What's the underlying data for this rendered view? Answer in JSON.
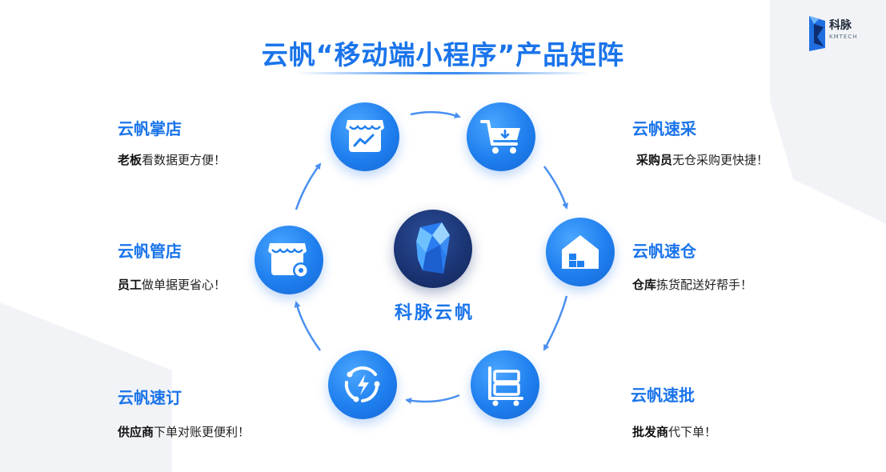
{
  "title": "云帆“移动端小程序”产品矩阵",
  "logo": {
    "name": "科脉",
    "sub": "KMTECH"
  },
  "center": {
    "label": "科脉云帆"
  },
  "nodes": [
    {
      "id": "zhangdian",
      "title": "云帆掌店",
      "desc_bold": "老板",
      "desc_rest": "看数据更方便！"
    },
    {
      "id": "sucai",
      "title": "云帆速采",
      "desc_bold": "采购员",
      "desc_rest": "无仓采购更快捷！"
    },
    {
      "id": "sucang",
      "title": "云帆速仓",
      "desc_bold": "仓库",
      "desc_rest": "拣货配送好帮手！"
    },
    {
      "id": "supi",
      "title": "云帆速批",
      "desc_bold": "批发商",
      "desc_rest": "代下单！"
    },
    {
      "id": "suding",
      "title": "云帆速订",
      "desc_bold": "供应商",
      "desc_rest": "下单对账更便利！"
    },
    {
      "id": "guandian",
      "title": "云帆管店",
      "desc_bold": "员工",
      "desc_rest": "做单据更省心！"
    }
  ],
  "colors": {
    "accent": "#1a74ea",
    "node": "#1f7fee",
    "center": "#1a3372",
    "arrow": "#4a90ef"
  },
  "icons": {
    "zhangdian": "shop-chart-icon",
    "sucai": "shopping-cart-icon",
    "sucang": "warehouse-icon",
    "supi": "cart-rack-icon",
    "suding": "lightning-cycle-icon",
    "guandian": "shop-settings-icon"
  }
}
